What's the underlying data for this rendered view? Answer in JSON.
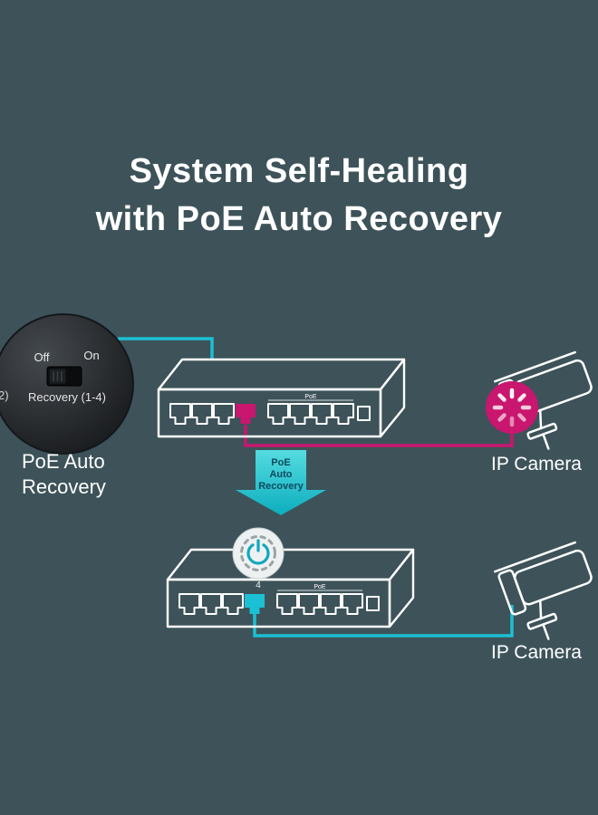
{
  "title": {
    "line1": "System Self-Healing",
    "line2": "with PoE Auto Recovery"
  },
  "colors": {
    "background": "#3d5359",
    "cyan": "#1cc0d4",
    "cyan_light": "#55dbe0",
    "cyan_dark": "#0caebe",
    "magenta": "#c9166e",
    "arrow_text": "#0d4a5e",
    "power_icon": "#12a7bd"
  },
  "inset": {
    "off_label": "Off",
    "on_label": "On",
    "recovery_label": "Recovery (1-4)",
    "clipped_label": "2)",
    "caption_line1": "PoE Auto",
    "caption_line2": "Recovery"
  },
  "arrow": {
    "line1": "PoE",
    "line2": "Auto",
    "line3": "Recovery"
  },
  "switches": {
    "top_poe_label": "PoE",
    "bottom_poe_label": "PoE",
    "recovered_port_number": "4"
  },
  "cameras": {
    "top_label": "IP Camera",
    "bottom_label": "IP Camera"
  }
}
